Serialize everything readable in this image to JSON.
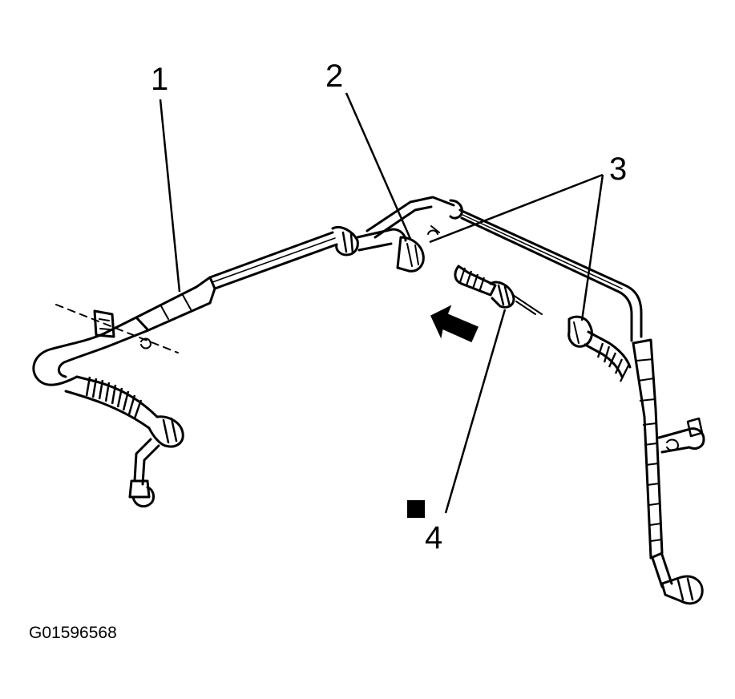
{
  "callouts": {
    "c1": "1",
    "c2": "2",
    "c3": "3",
    "c4": "4"
  },
  "figure_code": "G01596568",
  "colors": {
    "ink": "#000000",
    "paper": "#ffffff"
  },
  "icons": {
    "install_arrow": "arrow-icon",
    "marker": "square-marker-icon"
  }
}
